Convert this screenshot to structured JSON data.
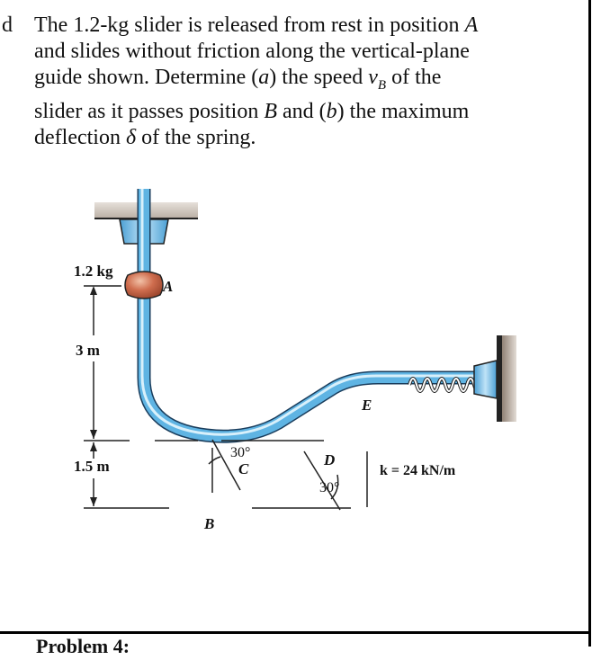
{
  "problem": {
    "leftover_char": "d",
    "lines": [
      [
        "The 1.2-kg slider is released from rest in position ",
        "A",
        ""
      ],
      [
        "and slides without friction along the vertical-plane",
        "",
        ""
      ],
      [
        "guide shown. Determine (",
        "a",
        ") the speed "
      ],
      [
        "slider as it passes position ",
        "B",
        " and ("
      ],
      [
        "deflection ",
        "δ",
        " of the spring."
      ]
    ],
    "line3_tail": {
      "v": "v",
      "sub": "B",
      "rest": " of the"
    },
    "line4_tail": {
      "b": "b",
      "rest": ") the maximum"
    }
  },
  "figure": {
    "mass_label": "1.2 kg",
    "point_A": "A",
    "point_B": "B",
    "point_C": "C",
    "point_D": "D",
    "point_E": "E",
    "dim_upper": "3 m",
    "dim_lower": "1.5 m",
    "angle_C": "30°",
    "angle_D": "30°",
    "spring_label": "k = 24 kN/m",
    "colors": {
      "tube": "#5fb4e3",
      "tube_dark": "#2a79b0",
      "slider": "#c8674a",
      "ceiling": "#cfc6bd",
      "wall": "#a8998c"
    }
  },
  "next_section": {
    "heading": "Problem 4:"
  }
}
